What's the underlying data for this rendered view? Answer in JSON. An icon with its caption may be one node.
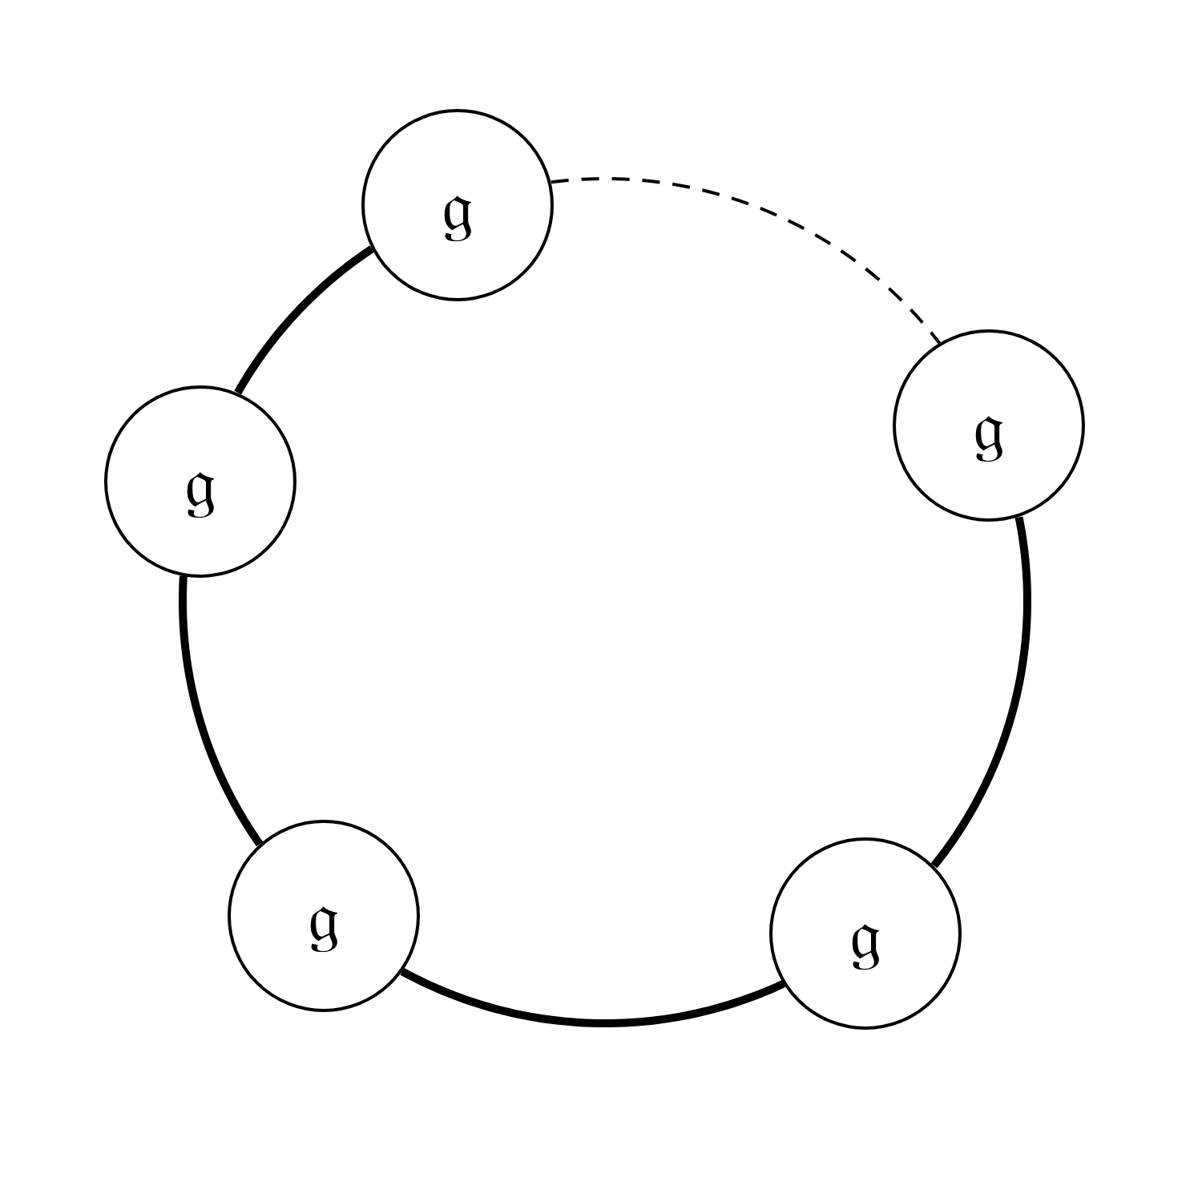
{
  "diagram": {
    "nodes": [
      {
        "text": [
          "𝔤"
        ]
      },
      {
        "text": [
          "𝔤"
        ]
      },
      {
        "text": [
          "𝔤"
        ]
      },
      {
        "text": [
          "𝔤"
        ]
      },
      {
        "text": [
          "𝔤"
        ]
      }
    ],
    "edges": [
      {
        "from": 0,
        "to": 2,
        "arrow": "none"
      },
      {
        "from": 2,
        "to": 3,
        "arrow": "none"
      },
      {
        "from": 3,
        "to": 4,
        "arrow": "none"
      },
      {
        "from": 4,
        "to": 1,
        "arrow": "none"
      },
      {
        "from": 0,
        "to": 1,
        "arrow": "none",
        "style": "dashed"
      }
    ]
  }
}
